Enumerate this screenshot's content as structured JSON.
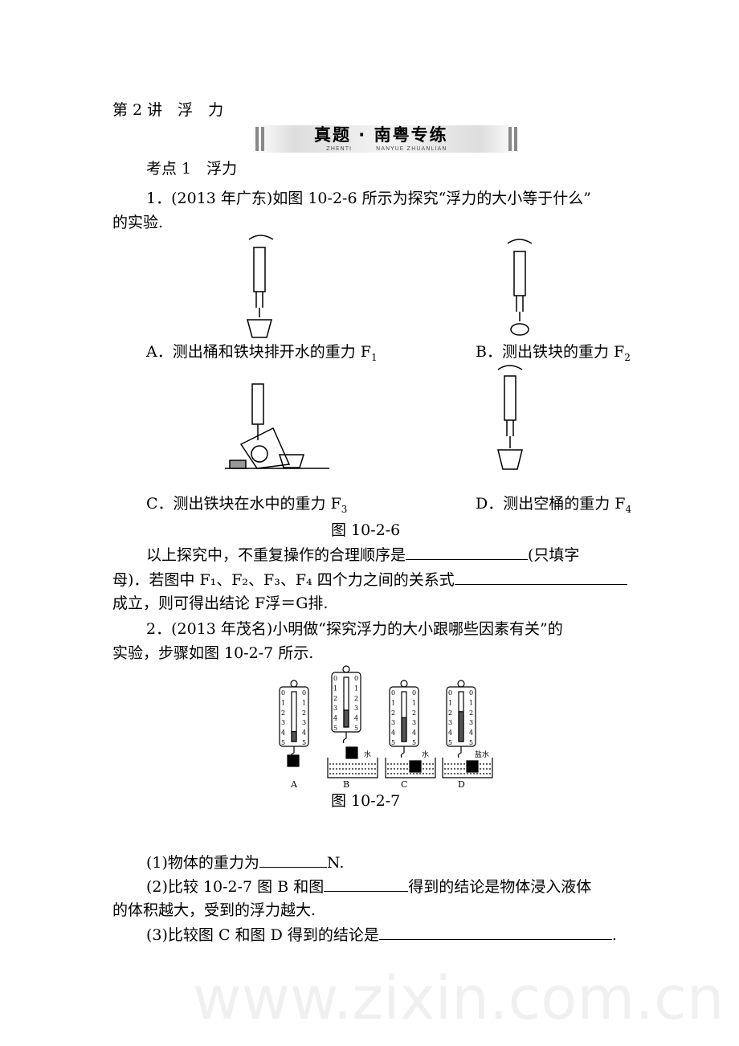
{
  "lesson_title": "第 2 讲　浮　力",
  "banner": {
    "title": "真题 · 南粤专练",
    "sub1": "ZHENTI",
    "sub2": "NANYUE ZHUANLIAN"
  },
  "section": "考点 1　浮力",
  "q1": {
    "line1": "1．(2013 年广东)如图 10-2-6 所示为探究“浮力的大小等于什么”",
    "line2": "的实验.",
    "captions": {
      "a": "A．测出桶和铁块排开水的重力 F",
      "a_sub": "1",
      "b": "B．测出铁块的重力 F",
      "b_sub": "2",
      "c": "C．测出铁块在水中的重力 F",
      "c_sub": "3",
      "d": "D．测出空桶的重力 F",
      "d_sub": "4"
    },
    "figure_label": "图 10-2-6",
    "text1a": "以上探究中，不重复操作的合理顺序是",
    "text1b": "(只填字",
    "text2a": "母)．若图中 F₁、F₂、F₃、F₄ 四个力之间的关系式",
    "text3": "成立，则可得出结论 F浮＝G排."
  },
  "q2": {
    "line1": "2．(2013 年茂名)小明做“探究浮力的大小跟哪些因素有关”的",
    "line2": "实验，步骤如图 10-2-7 所示.",
    "panel_labels": [
      "A",
      "B",
      "C",
      "D"
    ],
    "liquid_labels": [
      "水",
      "水",
      "盐水"
    ],
    "scale_ticks": [
      "0",
      "1",
      "2",
      "3",
      "4",
      "5"
    ],
    "figure_label": "图 10-2-7",
    "p1a": "(1)物体的重力为",
    "p1b": "N.",
    "p2a": "(2)比较 10-2-7 图 B 和图",
    "p2b": "得到的结论是物体浸入液体",
    "p2c": "的体积越大，受到的浮力越大.",
    "p3a": "(3)比较图 C 和图 D 得到的结论是",
    "p3b": "."
  },
  "watermark": "www.zixin.com.cn"
}
